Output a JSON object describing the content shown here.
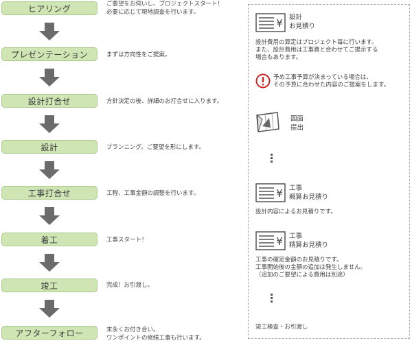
{
  "steps": [
    {
      "label": "ヒアリング",
      "desc": [
        "ご要望をお伺いし、プロジェクトスタート！",
        "必要に応じて現地調査を行います。"
      ]
    },
    {
      "label": "プレゼンテーション",
      "desc": [
        "まずは方向性をご提案。"
      ]
    },
    {
      "label": "設計打合せ",
      "desc": [
        "方針決定の後、詳細のお打合せに入ります。"
      ]
    },
    {
      "label": "設計",
      "desc": [
        "プランニング。ご要望を形にします。"
      ]
    },
    {
      "label": "工事打合せ",
      "desc": [
        "工程、工事金額の調整を行います。"
      ]
    },
    {
      "label": "着工",
      "desc": [
        "工事スタート！"
      ]
    },
    {
      "label": "竣工",
      "desc": [
        "完成！お引渡し。"
      ]
    },
    {
      "label": "アフターフォロー",
      "desc": [
        "末永くお付き合い。",
        "ワンポイントの修繕工事も行います。"
      ]
    }
  ],
  "side": {
    "estimate1": {
      "label": [
        "設計",
        "お見積り"
      ],
      "note": [
        "設計費用の算定はプロジェクト毎に行います。",
        "また、設計費用は工事費と合わせてご提示する",
        "場合もあります。"
      ]
    },
    "warning": {
      "note": [
        "予め工事予算が決まっている場合は、",
        "その予算に合わせた内容のご提案をします。"
      ]
    },
    "drawing": {
      "label": [
        "図面",
        "提出"
      ]
    },
    "estimate2": {
      "label": [
        "工事",
        "概算お見積り"
      ],
      "note": [
        "設計内容によるお見積りです。"
      ]
    },
    "estimate3": {
      "label": [
        "工事",
        "精算お見積り"
      ],
      "note": [
        "工事の確定金額のお見積りです。",
        "工事開始後の金額の追加は発生しません。",
        "（追加のご要望による費用は別途）"
      ]
    },
    "final": {
      "note": "竣工検査・お引渡し"
    }
  },
  "icons": {
    "estimate": "yen-document-icon",
    "warning": "exclamation-icon",
    "drawing": "drawing-icon",
    "arrow": "down-arrow-icon",
    "more": "vertical-dots-icon"
  },
  "colors": {
    "step_fill": "#cfe6b4",
    "step_border": "#a9c98d",
    "arrow": "#6b6b6b",
    "warning": "#cc2222"
  }
}
